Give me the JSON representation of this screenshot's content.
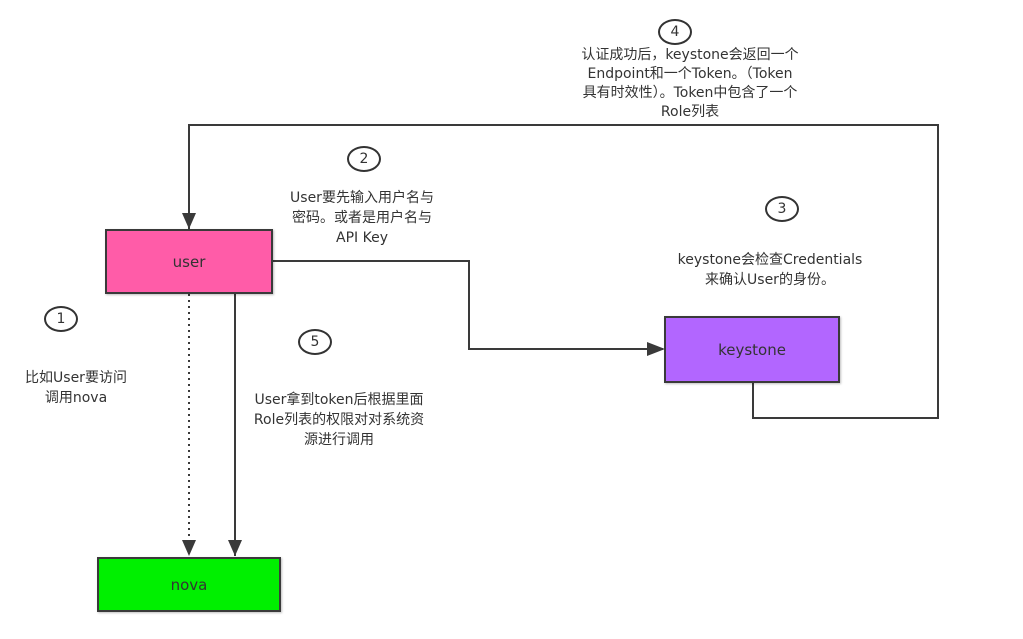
{
  "colors": {
    "user": "#ff5ca8",
    "keystone": "#b266ff",
    "nova": "#00f000",
    "line": "#3a3a3a"
  },
  "nodes": {
    "user": "user",
    "keystone": "keystone",
    "nova": "nova"
  },
  "steps": [
    {
      "number": "1",
      "text_lines": [
        "比如User要访问",
        "调用nova"
      ]
    },
    {
      "number": "2",
      "text_lines": [
        "User要先输入用户名与",
        "密码。或者是用户名与",
        "API Key"
      ]
    },
    {
      "number": "3",
      "text_lines": [
        "keystone会检查Credentials",
        "来确认User的身份。"
      ]
    },
    {
      "number": "4",
      "text_lines": [
        "认证成功后，keystone会返回一个",
        "Endpoint和一个Token。（Token",
        "具有时效性）。Token中包含了一个",
        "Role列表"
      ]
    },
    {
      "number": "5",
      "text_lines": [
        "User拿到token后根据里面",
        "Role列表的权限对对系统资",
        "源进行调用"
      ]
    }
  ],
  "edges": [
    {
      "from": "user",
      "to": "keystone",
      "style": "solid"
    },
    {
      "from": "keystone",
      "to": "user",
      "style": "solid"
    },
    {
      "from": "user",
      "to": "nova",
      "style": "dotted"
    },
    {
      "from": "user",
      "to": "nova",
      "style": "solid"
    }
  ]
}
